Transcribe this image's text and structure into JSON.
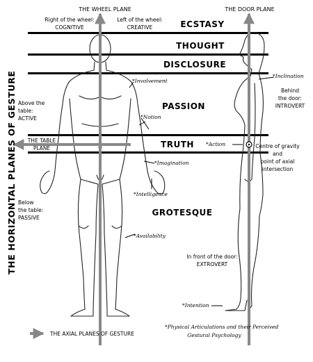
{
  "planes": {
    "wheel_plane": "THE WHEEL PLANE",
    "door_plane": "THE DOOR PLANE",
    "right_of_wheel_line1": "Right of the wheel:",
    "right_of_wheel_line2": "COGNITIVE",
    "left_of_wheel_line1": "Left of the wheel:",
    "left_of_wheel_line2": "CREATIVE",
    "vertical_title": "THE HORIZONTAL PLANES OF GESTURE"
  },
  "levels": [
    "ECSTASY",
    "THOUGHT",
    "DISCLOSURE",
    "PASSION",
    "TRUTH",
    "GROTESQUE"
  ],
  "side_notes": {
    "above_table_line1": "Above the",
    "above_table_line2": "table:",
    "above_table_line3": "ACTIVE",
    "table_plane_line1": "THE TABLE",
    "table_plane_line2": "PLANE",
    "below_table_line1": "Below",
    "below_table_line2": "the table:",
    "below_table_line3": "PASSIVE",
    "behind_door_line1": "Behind",
    "behind_door_line2": "the door:",
    "behind_door_line3": "INTROVERT",
    "front_door_line1": "In front of the door:",
    "front_door_line2": "EXTROVERT",
    "centre_line1": "Centre of gravity",
    "centre_line2": "and",
    "centre_line3": "point of axial",
    "centre_line4": "intersection"
  },
  "articulations": {
    "involvement": "Involvement",
    "notion": "Notion",
    "imagination": "Imagination",
    "intelligence": "Intelligence",
    "availability": "Availability",
    "inclination": "Inclination",
    "action": "Action",
    "intention": "Intention"
  },
  "footer": {
    "axial_legend": "THE AXIAL PLANES OF GESTURE",
    "note_line1": "Physical Articulations and their Perceived",
    "note_line2": "Gestural Psychology"
  },
  "colors": {
    "line": "#000000",
    "axis_arrow": "#888888",
    "figure_stroke": "#222222"
  }
}
